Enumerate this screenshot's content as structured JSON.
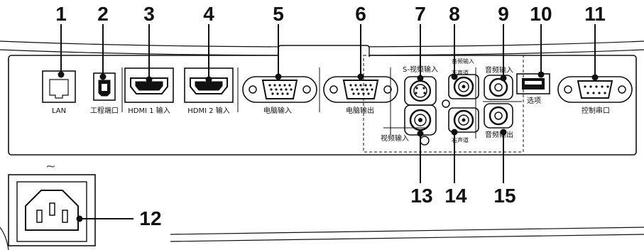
{
  "callout_numbers": [
    "1",
    "2",
    "3",
    "4",
    "5",
    "6",
    "7",
    "8",
    "9",
    "10",
    "11",
    "12",
    "13",
    "14",
    "15"
  ],
  "ports": {
    "lan": "LAN",
    "service_port": "工程端口",
    "hdmi1": "HDMI 1 输入",
    "hdmi2": "HDMI 2 输入",
    "computer_in": "电脑输入",
    "computer_out": "电脑输出",
    "s_video_in": "S-视频输入",
    "audio_input_group": "音频输入",
    "left_channel": "左声道",
    "right_channel": "右声道",
    "audio_in": "音频输入",
    "audio_out": "音频输出",
    "option": "选项",
    "control_serial": "控制串口",
    "video_in": "视频输入"
  },
  "power_symbol": "~",
  "colors": {
    "line": "#111111",
    "panel_fill": "#ffffff"
  }
}
